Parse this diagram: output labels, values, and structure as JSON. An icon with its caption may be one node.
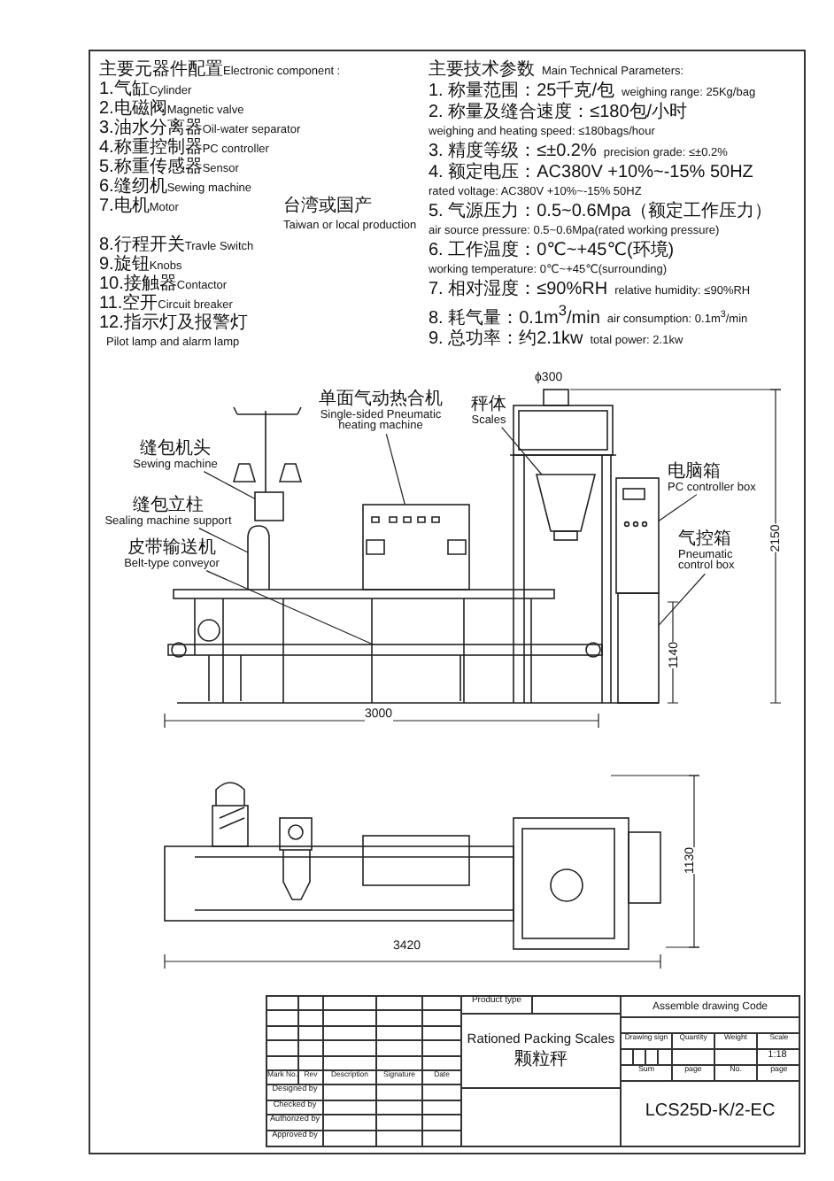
{
  "diagram": {
    "nodes": [
      {
        "text": [
          "单面气动热合机",
          "Single-sided Pneumatic heating machine"
        ]
      },
      {
        "text": [
          "秤体",
          "Scales"
        ]
      },
      {
        "text": [
          "缝包机头",
          "Sewing machine"
        ]
      },
      {
        "text": [
          "缝包立柱",
          "Sealing machine support"
        ]
      },
      {
        "text": [
          "皮带输送机",
          "Belt-type conveyor"
        ]
      },
      {
        "text": [
          "电脑箱",
          "PC controller box"
        ]
      },
      {
        "text": [
          "气控箱",
          "Pneumatic control box"
        ]
      },
      {
        "text": [],
        "shape": "box"
      },
      {
        "text": [],
        "shape": "picture"
      },
      {
        "text": [],
        "shape": "box"
      },
      {
        "text": [],
        "shape": "picture"
      },
      {
        "text": [],
        "shape": "bar"
      },
      {
        "text": [],
        "shape": "box"
      },
      {
        "text": [],
        "shape": "box"
      }
    ],
    "edges": [
      {
        "from": 0,
        "to": 7,
        "arrow": "none"
      },
      {
        "from": 1,
        "to": 8,
        "arrow": "none"
      },
      {
        "from": 2,
        "to": 9,
        "arrow": "none"
      },
      {
        "from": 3,
        "to": 10,
        "arrow": "none"
      },
      {
        "from": 4,
        "to": 11,
        "arrow": "none"
      },
      {
        "from": 5,
        "to": 12,
        "arrow": "none"
      },
      {
        "from": 6,
        "to": 13,
        "arrow": "none"
      }
    ],
    "labels": [
      "主要元器件配置",
      "Electronic component :",
      "1.气缸",
      "Cylinder",
      "2.电磁阀",
      "Magnetic valve",
      "3.油水分离器",
      "Oil-water separator",
      "4.称重控制器",
      "PC controller",
      "5.称重传感器",
      "Sensor",
      "6.缝纫机",
      "Sewing machine",
      "7.电机",
      "Motor",
      "台湾或国产",
      "Taiwan or local production",
      "8.行程开关",
      "Travle Switch",
      "9.旋钮",
      "Knobs",
      "10.接触器",
      "Contactor",
      "11.空开",
      "Circuit breaker",
      "12.指示灯及报警灯",
      "Pilot lamp and alarm lamp",
      "主要技术参数",
      "Main Technical Parameters:",
      "1. 称量范围：25千克/包",
      "weighing range: 25Kg/bag",
      "2. 称量及缝合速度：≤180包/小时",
      "weighing and heating speed: ≤180bags/hour",
      "3. 精度等级：≤±0.2%",
      "precision grade: ≤±0.2%",
      "4. 额定电压：AC380V +10%~-15% 50HZ",
      "rated voltage: AC380V +10%~-15% 50HZ",
      "5. 气源压力：0.5~0.6Mpa（额定工作压力）",
      "air source pressure: 0.5~0.6Mpa(rated working pressure)",
      "6. 工作温度：0℃~+45℃(环境)",
      "working temperature: 0℃~+45℃(surrounding)",
      "7. 相对湿度：≤90%RH",
      "relative humidity: ≤90%RH",
      "8. 耗气量：0.1m$^{3}$/min",
      "air consumption: 0.1m$^{3}$/min",
      "9. 总功率：约2.1kw",
      "total power: 2.1kw",
      "ϕ300",
      "2150",
      "1140",
      "3000",
      "3420",
      "1130",
      "Product type",
      "Rationed Packing Scales",
      "颗粒秤",
      "Assemble drawing Code",
      "Mark No.",
      "Rev",
      "Description",
      "Signature",
      "Date",
      "Designed by",
      "Checked by",
      "Authorized by",
      "Approved by",
      "Drawing sign",
      "Quantity",
      "Weight",
      "Scale",
      "1:18",
      "Sum",
      "page",
      "No.",
      "page",
      "LCS25D-K/2-EC"
    ]
  }
}
